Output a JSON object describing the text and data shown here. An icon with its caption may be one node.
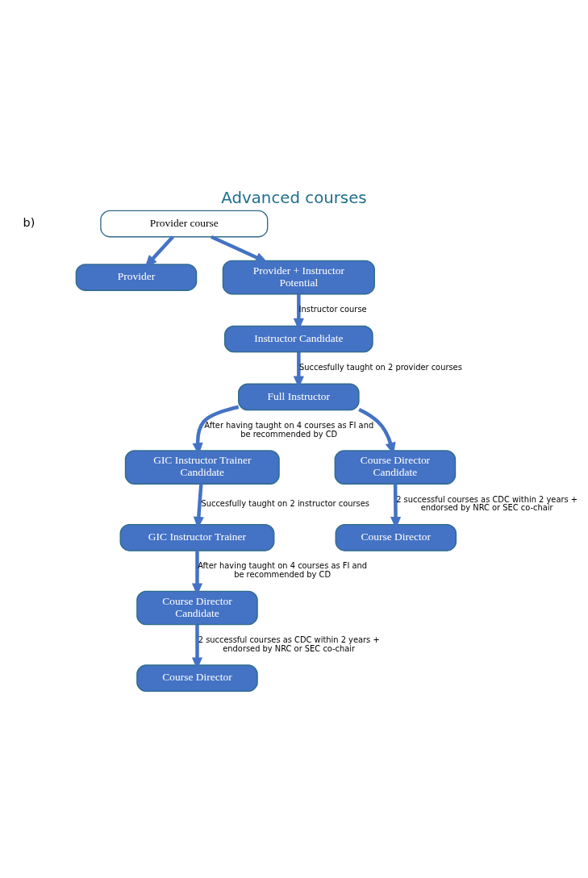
{
  "diagram": {
    "title": "Advanced courses",
    "nodes": [
      {
        "text": [
          "Provider course"
        ]
      },
      {
        "text": [
          "Provider"
        ]
      },
      {
        "text": [
          "Provider + Instructor Potential"
        ]
      },
      {
        "text": [
          "Instructor Candidate"
        ]
      },
      {
        "text": [
          "Full Instructor"
        ]
      },
      {
        "text": [
          "GIC Instructor Trainer Candidate"
        ]
      },
      {
        "text": [
          "Course Director Candidate"
        ]
      },
      {
        "text": [
          "GIC Instructor Trainer"
        ]
      },
      {
        "text": [
          "Course Director"
        ]
      },
      {
        "text": [
          "Course Director Candidate"
        ]
      },
      {
        "text": [
          "Course Director"
        ]
      }
    ],
    "edges": [
      {
        "from": 0,
        "to": 1,
        "arrow": "to"
      },
      {
        "from": 0,
        "to": 2,
        "arrow": "to"
      },
      {
        "from": 2,
        "to": 3,
        "arrow": "to",
        "label": "Instructor course"
      },
      {
        "from": 3,
        "to": 4,
        "arrow": "to",
        "label": "Succesfully taught on 2 provider courses"
      },
      {
        "from": 4,
        "to": 5,
        "arrow": "to",
        "label": "After having taught on 4 courses as FI and be recommended by CD"
      },
      {
        "from": 4,
        "to": 6,
        "arrow": "to"
      },
      {
        "from": 5,
        "to": 7,
        "arrow": "to",
        "label": "Succesfully taught on 2 instructor courses"
      },
      {
        "from": 6,
        "to": 8,
        "arrow": "to",
        "label": "2 successful courses as CDC within 2 years + endorsed by NRC or SEC co-chair"
      },
      {
        "from": 7,
        "to": 9,
        "arrow": "to",
        "label": "After having taught on 4 courses as FI and be recommended by CD"
      },
      {
        "from": 9,
        "to": 10,
        "arrow": "to",
        "label": "2 successful courses as CDC within 2 years + endorsed by NRC or SEC co-chair"
      }
    ],
    "labels": [
      "b)"
    ]
  }
}
